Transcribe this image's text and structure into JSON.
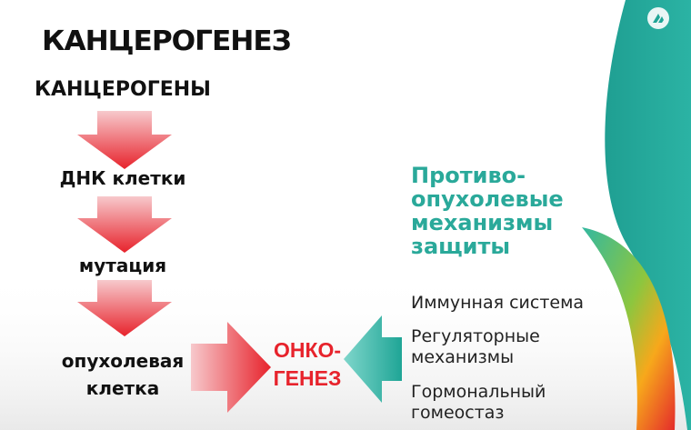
{
  "title": "КАНЦЕРОГЕНЕЗ",
  "chain": {
    "step1": "КАНЦЕРОГЕНЫ",
    "step2": "ДНК клетки",
    "step3": "мутация",
    "step4_line1": "опухолевая",
    "step4_line2": "клетка"
  },
  "result": {
    "line1": "ОНКО-",
    "line2": "ГЕНЕЗ"
  },
  "defense": {
    "heading_lines": [
      "Противо-",
      "опухолевые",
      "механизмы",
      "защиты"
    ],
    "mechanisms": [
      {
        "line1": "Иммунная система"
      },
      {
        "line1": "Регуляторные",
        "line2": "механизмы"
      },
      {
        "line1": "Гормональный",
        "line2": "гомеостаз"
      }
    ]
  },
  "colors": {
    "red_arrow": "#e7232c",
    "teal_arrow": "#2fb6a6",
    "heading": "#2aa99a",
    "accent_teal": "#1fa596"
  },
  "icons": {
    "logo": "circle-logo-icon"
  }
}
